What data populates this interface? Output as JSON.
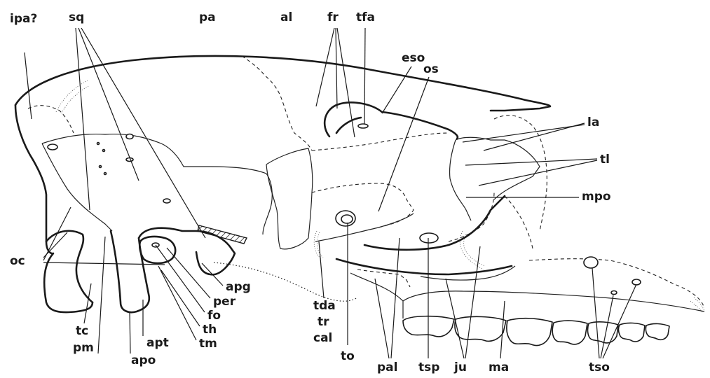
{
  "labels": {
    "ipa": "ipa?",
    "sq": "sq",
    "pa": "pa",
    "al": "al",
    "fr": "fr",
    "tfa": "tfa",
    "eso": "eso",
    "os": "os",
    "la": "la",
    "tl": "tl",
    "mpo": "mpo",
    "oc": "oc",
    "apg": "apg",
    "per": "per",
    "fo": "fo",
    "th": "th",
    "tm": "tm",
    "tda": "tda",
    "tr": "tr",
    "cal": "cal",
    "tc": "tc",
    "pm": "pm",
    "apt": "apt",
    "apo": "apo",
    "to": "to",
    "pal": "pal",
    "tsp": "tsp",
    "ju": "ju",
    "ma": "ma",
    "tso": "tso"
  }
}
